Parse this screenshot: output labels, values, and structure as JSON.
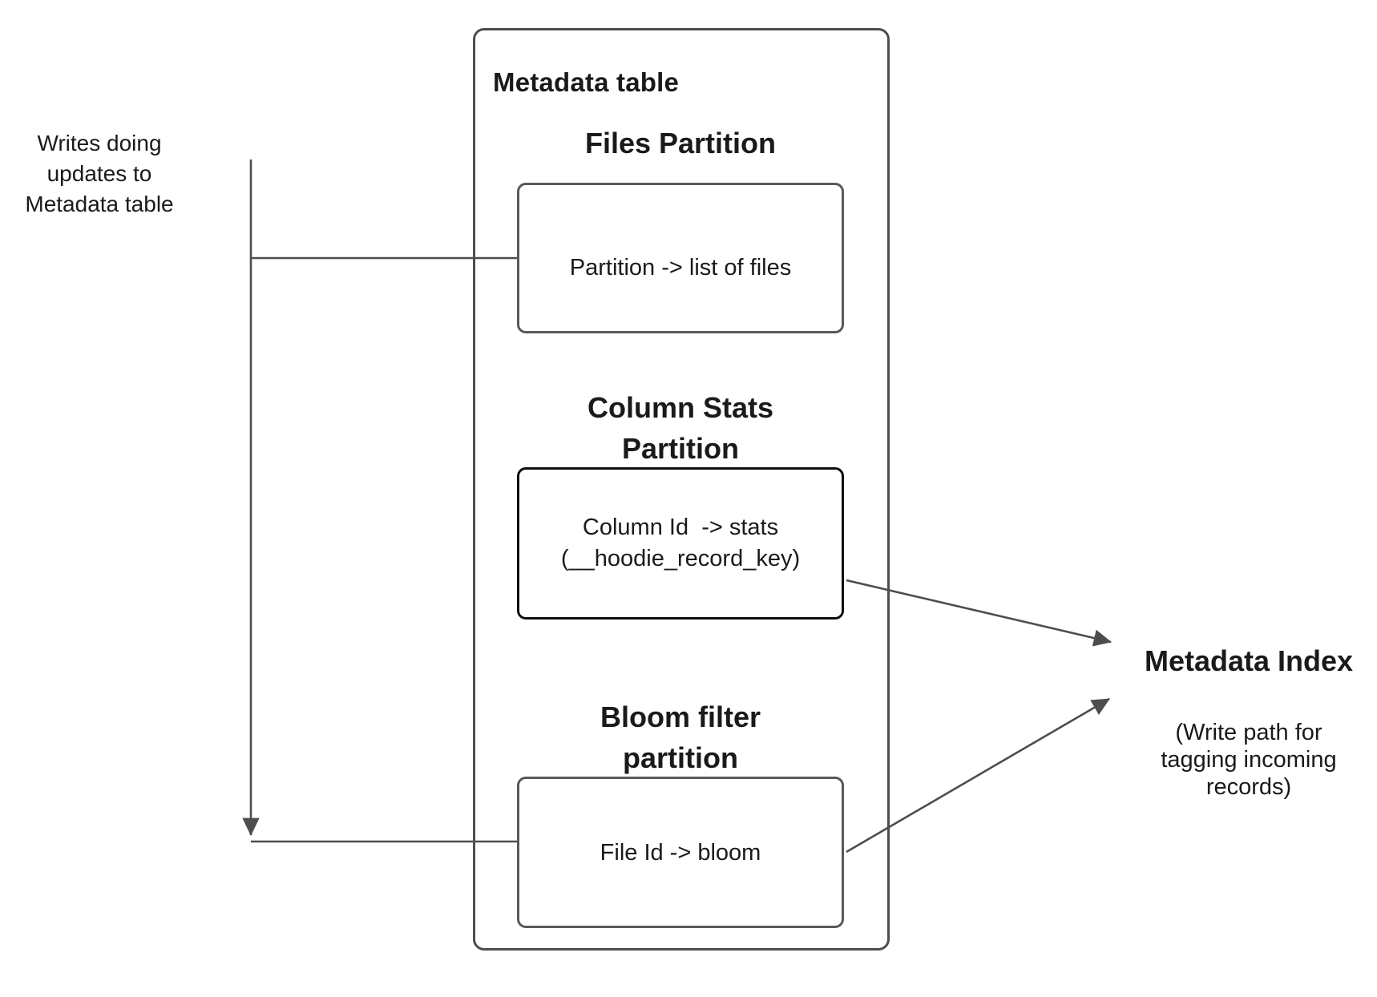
{
  "colors": {
    "connector": "#4d4d4d",
    "box_border": "#595959",
    "container_border": "#4d4d4d",
    "emphasis_border": "#0f0f0f",
    "text": "#1a1a1a",
    "background": "#ffffff"
  },
  "left_annotation": {
    "lines": [
      "Writes doing",
      "updates to",
      "Metadata table"
    ]
  },
  "metadata_table": {
    "title": "Metadata table",
    "partitions": [
      {
        "heading_lines": [
          "Files Partition"
        ],
        "box_lines": [
          "Partition -> list of files"
        ]
      },
      {
        "heading_lines": [
          "Column Stats",
          "Partition"
        ],
        "box_lines": [
          "Column Id  -> stats",
          "(__hoodie_record_key)"
        ]
      },
      {
        "heading_lines": [
          "Bloom filter",
          "partition"
        ],
        "box_lines": [
          "File Id -> bloom"
        ]
      }
    ]
  },
  "metadata_index": {
    "title": "Metadata Index",
    "subtitle_lines": [
      "(Write path for",
      "tagging incoming",
      "records)"
    ]
  }
}
